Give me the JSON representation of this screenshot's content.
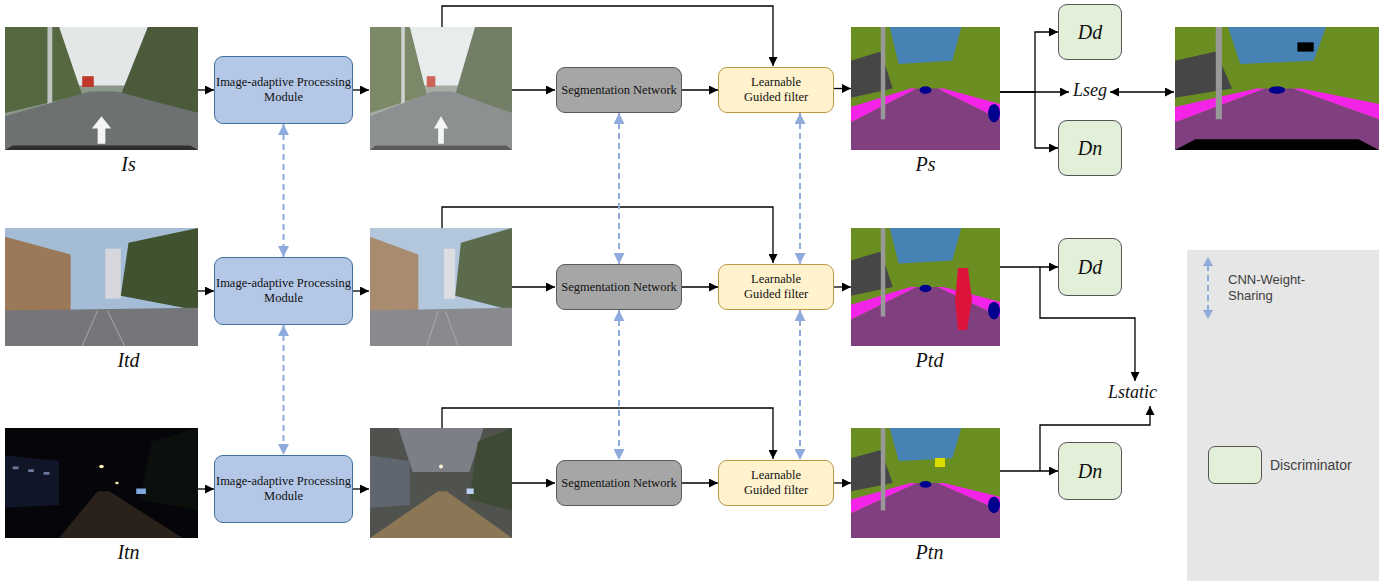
{
  "diagram": {
    "nodes": [
      {
        "text": [
          "Is"
        ]
      },
      {
        "text": [
          "Image-adaptive Processing Module"
        ]
      },
      {
        "text": [
          "Segmentation Network"
        ]
      },
      {
        "text": [
          "Learnable Guided filter"
        ]
      },
      {
        "text": [
          "Ps"
        ]
      },
      {
        "text": [
          "Dd"
        ]
      },
      {
        "text": [
          "Dn"
        ]
      },
      {
        "text": [
          "Itd"
        ]
      },
      {
        "text": [
          "Image-adaptive Processing Module"
        ]
      },
      {
        "text": [
          "Segmentation Network"
        ]
      },
      {
        "text": [
          "Learnable Guided filter"
        ]
      },
      {
        "text": [
          "Ptd"
        ]
      },
      {
        "text": [
          "Dd"
        ]
      },
      {
        "text": [
          "Itn"
        ]
      },
      {
        "text": [
          "Image-adaptive Processing Module"
        ]
      },
      {
        "text": [
          "Segmentation Network"
        ]
      },
      {
        "text": [
          "Learnable Guided filter"
        ]
      },
      {
        "text": [
          "Ptn"
        ]
      },
      {
        "text": [
          "Dn"
        ]
      }
    ],
    "edges": [
      {
        "from": 0,
        "to": 1,
        "arrow": "to"
      },
      {
        "from": 2,
        "to": 3,
        "arrow": "to"
      },
      {
        "from": 3,
        "to": 4,
        "arrow": "to"
      },
      {
        "from": 4,
        "to": 5,
        "arrow": "to"
      },
      {
        "from": 4,
        "to": 6,
        "arrow": "to"
      },
      {
        "from": 1,
        "to": 8,
        "arrow": "both"
      },
      {
        "from": 2,
        "to": 9,
        "arrow": "both"
      },
      {
        "from": 3,
        "to": 10,
        "arrow": "both"
      },
      {
        "from": 7,
        "to": 8,
        "arrow": "to"
      },
      {
        "from": 9,
        "to": 10,
        "arrow": "to"
      },
      {
        "from": 10,
        "to": 11,
        "arrow": "to"
      },
      {
        "from": 11,
        "to": 12,
        "arrow": "to"
      },
      {
        "from": 8,
        "to": 14,
        "arrow": "both"
      },
      {
        "from": 9,
        "to": 15,
        "arrow": "both"
      },
      {
        "from": 10,
        "to": 16,
        "arrow": "both"
      },
      {
        "from": 13,
        "to": 14,
        "arrow": "to"
      },
      {
        "from": 15,
        "to": 16,
        "arrow": "to"
      },
      {
        "from": 16,
        "to": 17,
        "arrow": "to"
      },
      {
        "from": 17,
        "to": 18,
        "arrow": "to"
      }
    ],
    "labels": [
      "Lseg",
      "Lstatic"
    ],
    "legend": [
      {
        "text": "CNN-Weight-Sharing"
      },
      {
        "text": "Discriminator",
        "color": "#e2efd9"
      }
    ]
  }
}
